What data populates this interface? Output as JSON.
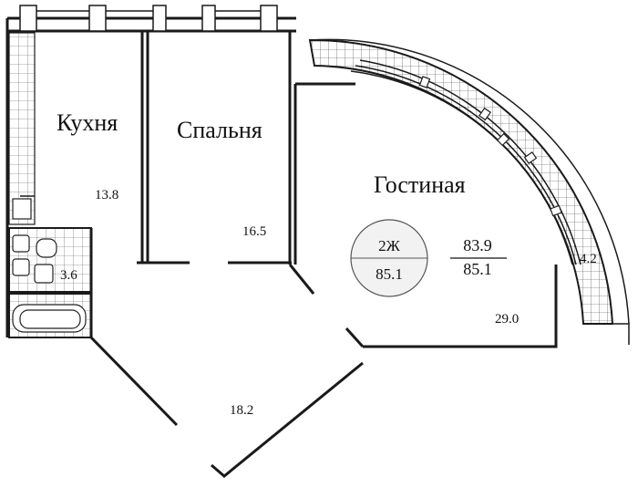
{
  "rooms": {
    "kitchen": {
      "name": "Кухня",
      "area": "13.8"
    },
    "bedroom": {
      "name": "Спальня",
      "area": "16.5"
    },
    "living": {
      "name": "Гостиная",
      "area": "29.0"
    },
    "bathroom": {
      "area": "3.6"
    },
    "hall": {
      "area": "18.2"
    },
    "balcony": {
      "area": "4.2"
    }
  },
  "apartment": {
    "type": "2Ж",
    "total_area": "85.1",
    "living_area": "83.9",
    "area_with_balcony": "85.1"
  }
}
